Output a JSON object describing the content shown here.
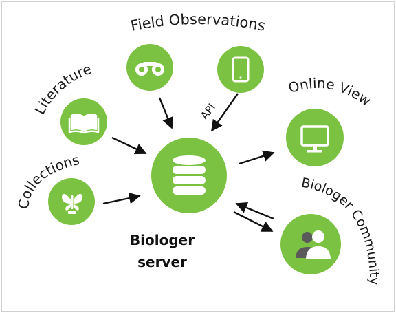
{
  "labels": {
    "field_observations": "Field Observations",
    "literature": "Literature",
    "collections": "Collections",
    "api": "API",
    "online_view": "Online View",
    "biologer_community": "Biologer Community",
    "server_line1": "Biologer",
    "server_line2": "server"
  },
  "icons": {
    "binoculars": "binoculars-icon",
    "tablet": "tablet-icon",
    "book": "book-icon",
    "butterfly": "butterfly-icon",
    "database": "database-icon",
    "monitor": "monitor-icon",
    "community": "people-icon"
  },
  "colors": {
    "green": "#7cc242",
    "green_dark": "#66a932",
    "arrow": "#111111",
    "frame": "#d0d0d0"
  }
}
